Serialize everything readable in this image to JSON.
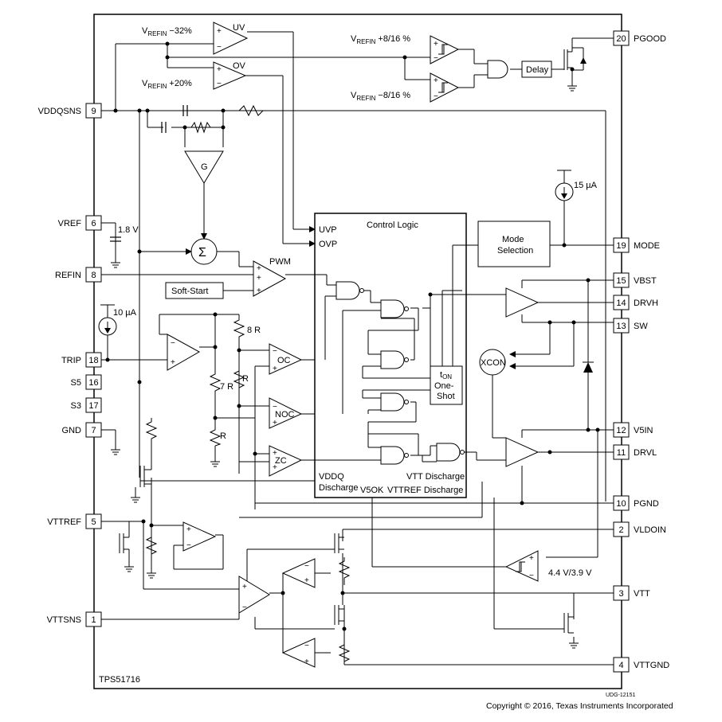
{
  "chip": {
    "name": "TPS51716"
  },
  "doc_id": "UDG-12151",
  "copyright": "Copyright © 2016, Texas Instruments Incorporated",
  "pins_left": [
    {
      "num": "9",
      "name": "VDDQSNS"
    },
    {
      "num": "6",
      "name": "VREF"
    },
    {
      "num": "8",
      "name": "REFIN"
    },
    {
      "num": "18",
      "name": "TRIP"
    },
    {
      "num": "16",
      "name": "S5"
    },
    {
      "num": "17",
      "name": "S3"
    },
    {
      "num": "7",
      "name": "GND"
    },
    {
      "num": "5",
      "name": "VTTREF"
    },
    {
      "num": "1",
      "name": "VTTSNS"
    }
  ],
  "pins_right": [
    {
      "num": "20",
      "name": "PGOOD"
    },
    {
      "num": "19",
      "name": "MODE"
    },
    {
      "num": "15",
      "name": "VBST"
    },
    {
      "num": "14",
      "name": "DRVH"
    },
    {
      "num": "13",
      "name": "SW"
    },
    {
      "num": "12",
      "name": "V5IN"
    },
    {
      "num": "11",
      "name": "DRVL"
    },
    {
      "num": "10",
      "name": "PGND"
    },
    {
      "num": "2",
      "name": "VLDOIN"
    },
    {
      "num": "3",
      "name": "VTT"
    },
    {
      "num": "4",
      "name": "VTTGND"
    }
  ],
  "thresholds": {
    "uv_ref": "V",
    "uv_ref_sub": "REFIN",
    "uv_ref_val": " −32%",
    "ov_ref": "V",
    "ov_ref_sub": "REFIN",
    "ov_ref_val": " +20%",
    "pg_hi": "V",
    "pg_hi_sub": "REFIN",
    "pg_hi_val": " +8/16 %",
    "pg_lo": "V",
    "pg_lo_sub": "REFIN",
    "pg_lo_val": " −8/16 %",
    "v5_uvlo": "4.4 V/3.9 V"
  },
  "blocks": {
    "uv": "UV",
    "ov": "OV",
    "delay": "Delay",
    "g": "G",
    "sigma": "Σ",
    "pwm": "PWM",
    "soft_start": "Soft-Start",
    "control_logic": "Control Logic",
    "uvp": "UVP",
    "ovp": "OVP",
    "mode_sel_1": "Mode",
    "mode_sel_2": "Selection",
    "ton_1": "t",
    "ton_sub": "ON",
    "ton_2": "One-",
    "ton_3": "Shot",
    "xcon": "XCON",
    "oc": "OC",
    "noc": "NOC",
    "zc": "ZC",
    "vddq_dis_1": "VDDQ",
    "vddq_dis_2": "Discharge",
    "v5ok": "V5OK",
    "vtt_dis": "VTT Discharge",
    "vttref_dis": "VTTREF Discharge",
    "v18": "1.8 V",
    "i10": "10 µA",
    "i15": "15 µA",
    "r8": "8 R",
    "r7": "7 R",
    "r1": "R",
    "r2": "R"
  }
}
